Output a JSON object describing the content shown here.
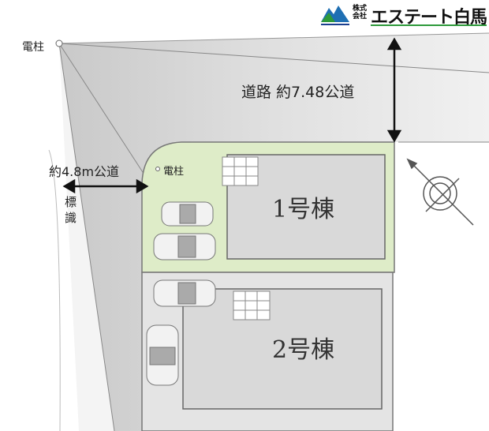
{
  "logo": {
    "company_type": "株式会社",
    "name": "エステート白馬"
  },
  "labels": {
    "pole_top": "電柱",
    "pole_corner": "電柱",
    "road_top": "道路 約7.48公道",
    "road_left": "約4.8m公道",
    "sign": "標識"
  },
  "buildings": [
    {
      "name": "1号棟"
    },
    {
      "name": "2号棟"
    }
  ],
  "colors": {
    "lot_green": "#deecc8",
    "road_gray": "#dcdcdc",
    "building_gray": "#d9d9d9",
    "brand_green": "#2e9a3a",
    "brand_blue": "#1b3f8f"
  }
}
